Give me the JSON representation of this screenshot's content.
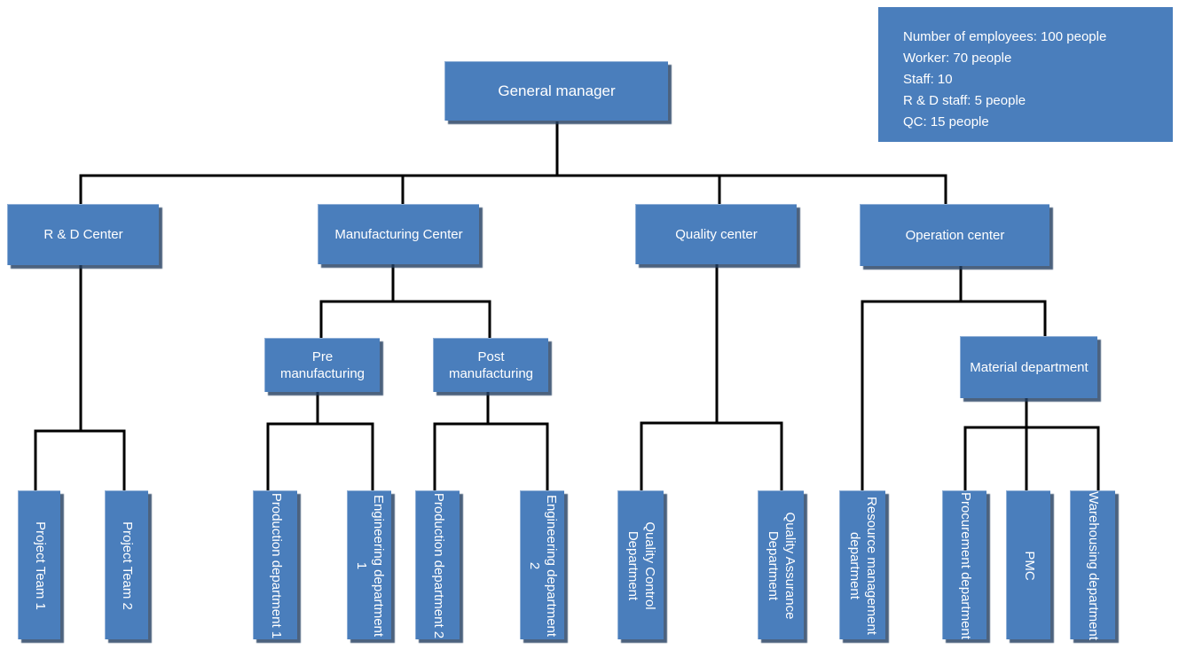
{
  "legend": {
    "lines": [
      "Number of employees: 100 people",
      "Worker: 70 people",
      "Staff: 10",
      "R & D staff: 5 people",
      "QC: 15 people"
    ]
  },
  "nodes": {
    "general_manager": {
      "label": "General manager"
    },
    "rd_center": {
      "label": "R & D Center"
    },
    "manufacturing_center": {
      "label": "Manufacturing Center"
    },
    "quality_center": {
      "label": "Quality center"
    },
    "operation_center": {
      "label": "Operation center"
    },
    "pre_manufacturing": {
      "label": "Pre manufacturing"
    },
    "post_manufacturing": {
      "label": "Post manufacturing"
    },
    "material_department": {
      "label": "Material department"
    },
    "project_team_1": {
      "label": "Project Team 1"
    },
    "project_team_2": {
      "label": "Project Team 2"
    },
    "production_department_1": {
      "label": "Production department 1"
    },
    "engineering_department_1": {
      "label": "Engineering department 1"
    },
    "production_department_2": {
      "label": "Production department 2"
    },
    "engineering_department_2": {
      "label": "Engineering department 2"
    },
    "quality_control_department": {
      "label": "Quality Control Department"
    },
    "quality_assurance_department": {
      "label": "Quality Assurance Department"
    },
    "resource_management_department": {
      "label": "Resource management department"
    },
    "procurement_department": {
      "label": "Procurement department"
    },
    "pmc": {
      "label": "PMC"
    },
    "warehousing_department": {
      "label": "Warehousing department"
    }
  },
  "colors": {
    "box_fill": "#4a7ebc",
    "box_shadow": "#24436b",
    "connector": "#000000",
    "text": "#ffffff"
  }
}
